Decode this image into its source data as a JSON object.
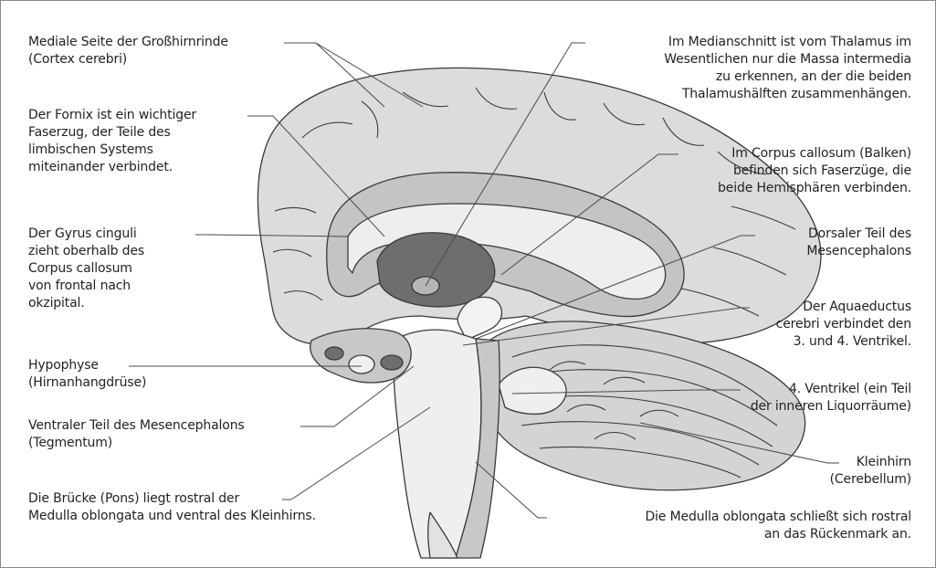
{
  "labels": {
    "cortex": [
      "Mediale Seite der Großhirnrinde",
      "(Cortex cerebri)"
    ],
    "fornix": [
      "Der Fornix ist ein wichtiger",
      "Faserzug, der Teile des",
      "limbischen Systems",
      "miteinander verbindet."
    ],
    "gyrus": [
      "Der Gyrus cinguli",
      "zieht oberhalb des",
      "Corpus callosum",
      "von frontal nach",
      "okzipital."
    ],
    "hypophyse": [
      "Hypophyse",
      "(Hirnanhangdrüse)"
    ],
    "tegmentum": [
      "Ventraler Teil des Mesencephalons",
      "(Tegmentum)"
    ],
    "pons": [
      "Die Brücke (Pons) liegt rostral der",
      "Medulla oblongata und ventral des Kleinhirns."
    ],
    "thalamus": [
      "Im Medianschnitt ist vom Thalamus im",
      "Wesentlichen nur die Massa intermedia",
      "zu erkennen, an der die beiden",
      "Thalamushälften zusammenhängen."
    ],
    "callosum": [
      "Im Corpus callosum (Balken)",
      "befinden sich Faserzüge, die",
      "beide Hemisphären verbinden."
    ],
    "dorsal": [
      "Dorsaler Teil des",
      "Mesencephalons"
    ],
    "aquaeductus": [
      "Der Aquaeductus",
      "cerebri verbindet den",
      "3. und 4. Ventrikel."
    ],
    "ventrikel4": [
      "4. Ventrikel (ein Teil",
      "der inneren Liquorräume)"
    ],
    "kleinhirn": [
      "Kleinhirn",
      "(Cerebellum)"
    ],
    "medulla": [
      "Die Medulla oblongata schließt sich rostral",
      "an das Rückenmark an."
    ]
  },
  "colors": {
    "frame": "#8a8a8a",
    "cortex_fill": "#dcdcdc",
    "inner_fill": "#c4c4c4",
    "dark_fill": "#6e6e6e",
    "stem_fill": "#f2f2f2",
    "outline": "#3a3a3a",
    "leader": "#4a4a4a"
  }
}
